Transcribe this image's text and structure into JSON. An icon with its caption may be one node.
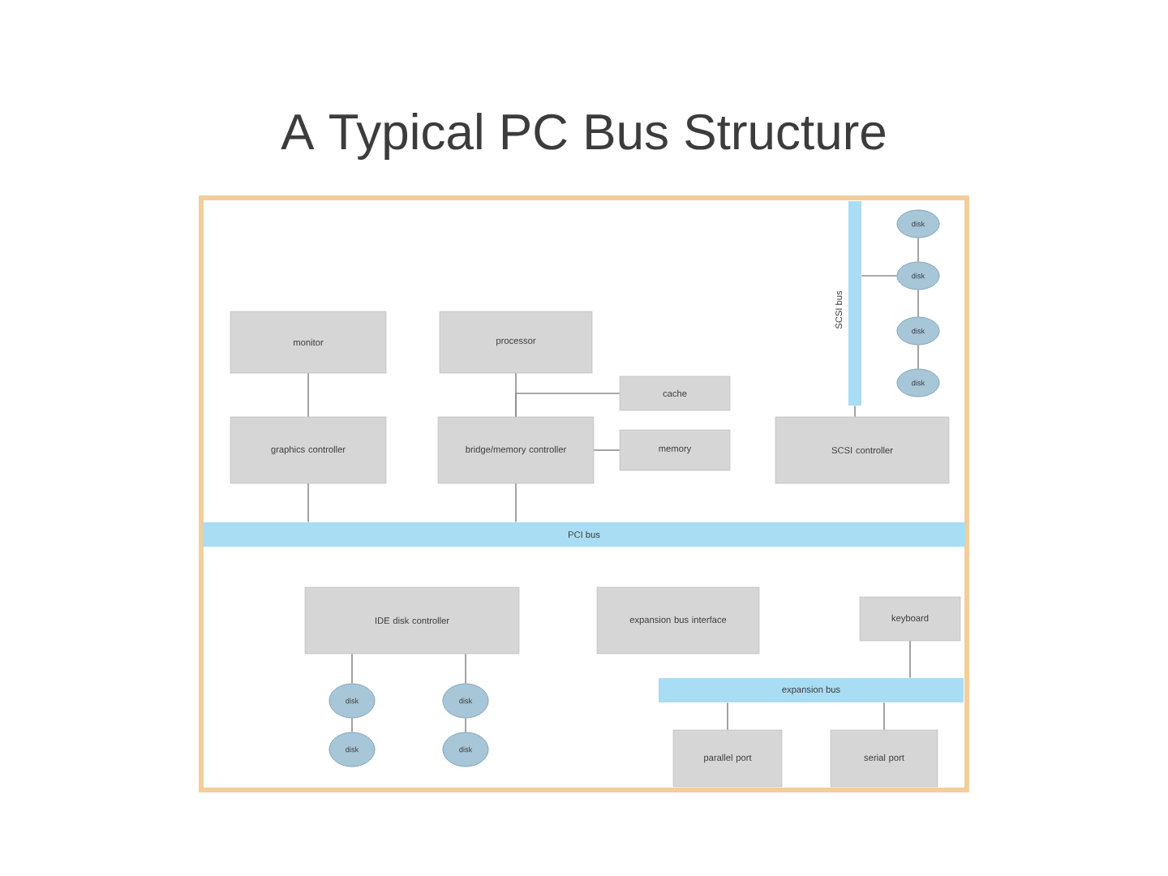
{
  "diagram": {
    "title": "A Typical PC Bus Structure",
    "nodes": [
      {
        "text": [
          "monitor"
        ]
      },
      {
        "text": [
          "processor"
        ]
      },
      {
        "text": [
          "cache"
        ]
      },
      {
        "text": [
          "graphics controller"
        ]
      },
      {
        "text": [
          "bridge/memory controller"
        ]
      },
      {
        "text": [
          "memory"
        ]
      },
      {
        "text": [
          "SCSI controller"
        ]
      },
      {
        "text": [
          "SCSI bus"
        ]
      },
      {
        "text": [
          "disk"
        ]
      },
      {
        "text": [
          "disk"
        ]
      },
      {
        "text": [
          "disk"
        ]
      },
      {
        "text": [
          "disk"
        ]
      },
      {
        "text": [
          "PCI bus"
        ]
      },
      {
        "text": [
          "IDE disk controller"
        ]
      },
      {
        "text": [
          "expansion bus interface"
        ]
      },
      {
        "text": [
          "keyboard"
        ]
      },
      {
        "text": [
          "disk"
        ]
      },
      {
        "text": [
          "disk"
        ]
      },
      {
        "text": [
          "disk"
        ]
      },
      {
        "text": [
          "disk"
        ]
      },
      {
        "text": [
          "expansion bus"
        ]
      },
      {
        "text": [
          "parallel port"
        ]
      },
      {
        "text": [
          "serial port"
        ]
      }
    ],
    "edges": [
      {
        "from": 0,
        "to": 3,
        "arrow": "none"
      },
      {
        "from": 1,
        "to": 4,
        "arrow": "none"
      },
      {
        "from": 2,
        "to": 4,
        "arrow": "none"
      },
      {
        "from": 5,
        "to": 4,
        "arrow": "none"
      },
      {
        "from": 3,
        "to": 12,
        "arrow": "none"
      },
      {
        "from": 4,
        "to": 12,
        "arrow": "none"
      },
      {
        "from": 6,
        "to": 7,
        "arrow": "none"
      },
      {
        "from": 9,
        "to": 7,
        "arrow": "none"
      },
      {
        "from": 8,
        "to": 9,
        "arrow": "none"
      },
      {
        "from": 9,
        "to": 10,
        "arrow": "none"
      },
      {
        "from": 10,
        "to": 11,
        "arrow": "none"
      },
      {
        "from": 15,
        "to": 20,
        "arrow": "none"
      },
      {
        "from": 21,
        "to": 20,
        "arrow": "none"
      },
      {
        "from": 22,
        "to": 20,
        "arrow": "none"
      },
      {
        "from": 13,
        "to": 16,
        "arrow": "none"
      },
      {
        "from": 13,
        "to": 17,
        "arrow": "none"
      },
      {
        "from": 16,
        "to": 18,
        "arrow": "none"
      },
      {
        "from": 17,
        "to": 19,
        "arrow": "none"
      }
    ]
  }
}
